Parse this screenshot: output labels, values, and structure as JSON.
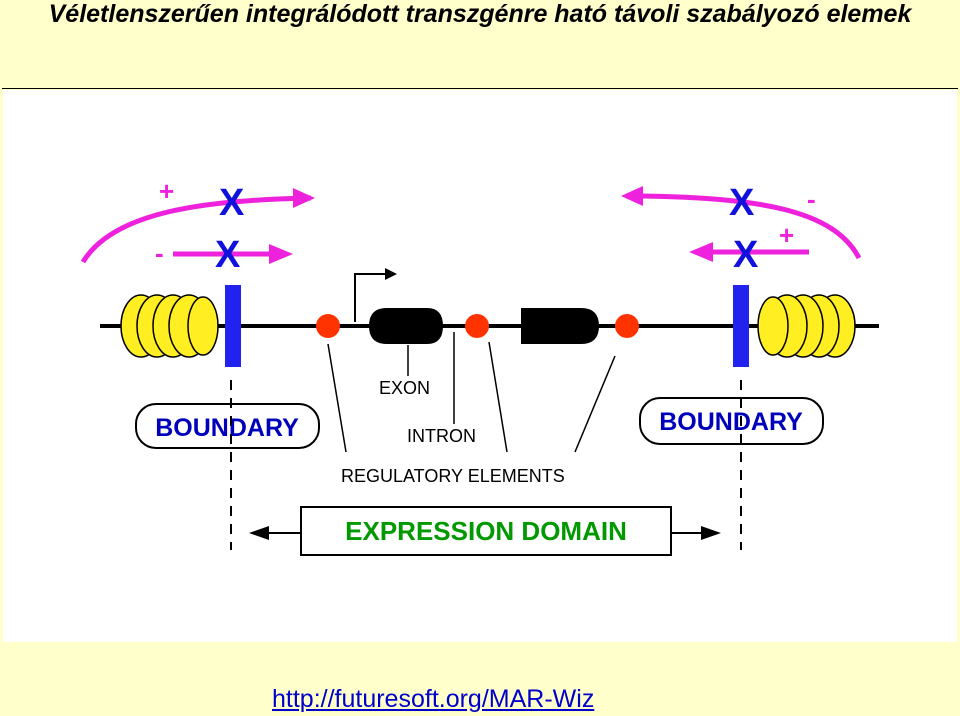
{
  "title": "Véletlenszerűen integrálódott transzgénre ható távoli szabályozó elemek",
  "diagram": {
    "signs": {
      "plus": "+",
      "minus": "-"
    },
    "block_mark": "X",
    "labels": {
      "boundary_left": "BOUNDARY",
      "boundary_right": "BOUNDARY",
      "exon": "EXON",
      "intron": "INTRON",
      "regulatory_elements": "REGULATORY ELEMENTS",
      "expression_domain": "EXPRESSION DOMAIN"
    },
    "colors": {
      "arrows": "#ee22dd",
      "x_marks": "#1111dd",
      "boundary_bar": "#2222ee",
      "nucleosome": "#ffee22",
      "regulatory_dot": "#ff3300",
      "exon": "#000000",
      "expression_domain_text": "#009900",
      "boundary_text": "#0000bb",
      "slide_background": "#ffffcc"
    }
  },
  "footer": {
    "link_text": "http://futuresoft.org/MAR-Wiz"
  }
}
